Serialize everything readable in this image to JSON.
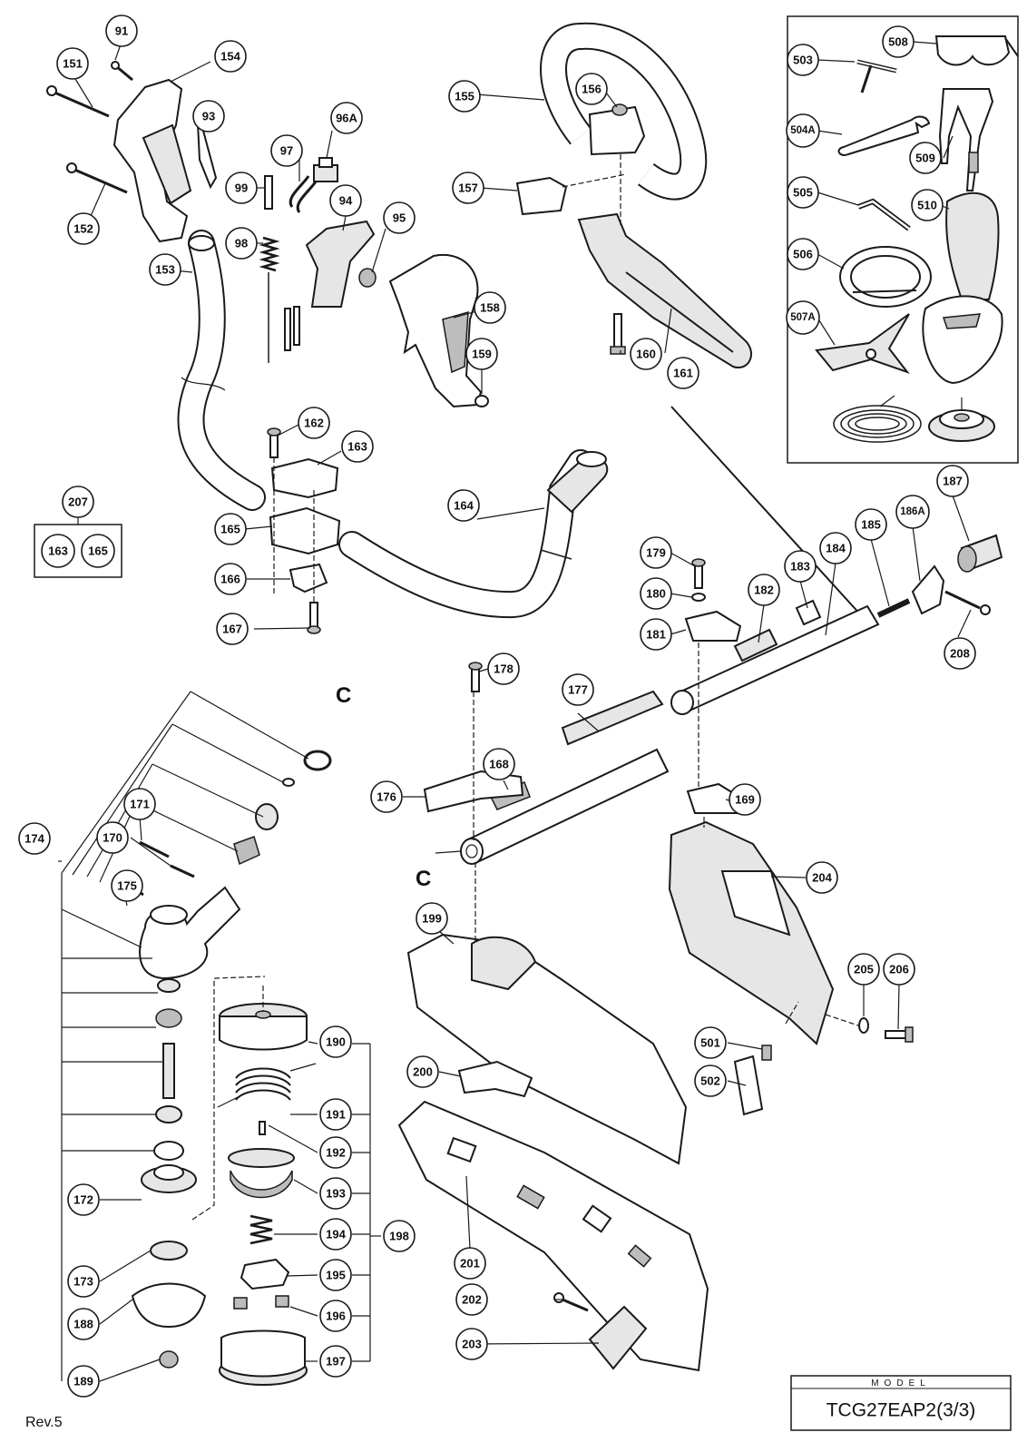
{
  "document": {
    "revision": "Rev.5",
    "model_label": "MODEL",
    "model_value": "TCG27EAP2(3/3)",
    "section_marker": "C"
  },
  "callouts": [
    "91",
    "151",
    "154",
    "93",
    "152",
    "99",
    "97",
    "96A",
    "98",
    "94",
    "95",
    "153",
    "155",
    "156",
    "157",
    "158",
    "159",
    "160",
    "161",
    "162",
    "163",
    "164",
    "165",
    "166",
    "167",
    "207",
    "179",
    "180",
    "181",
    "182",
    "183",
    "184",
    "185",
    "186A",
    "187",
    "208",
    "176",
    "178",
    "177",
    "168",
    "169",
    "174",
    "175",
    "170",
    "171",
    "172",
    "173",
    "188",
    "189",
    "190",
    "191",
    "192",
    "193",
    "194",
    "195",
    "196",
    "197",
    "198",
    "199",
    "200",
    "201",
    "202",
    "203",
    "204",
    "205",
    "206",
    "501",
    "502",
    "503",
    "504A",
    "505",
    "506",
    "507A",
    "508",
    "509",
    "510"
  ],
  "kit_207": {
    "label": "207",
    "contents": [
      "163",
      "165"
    ]
  }
}
